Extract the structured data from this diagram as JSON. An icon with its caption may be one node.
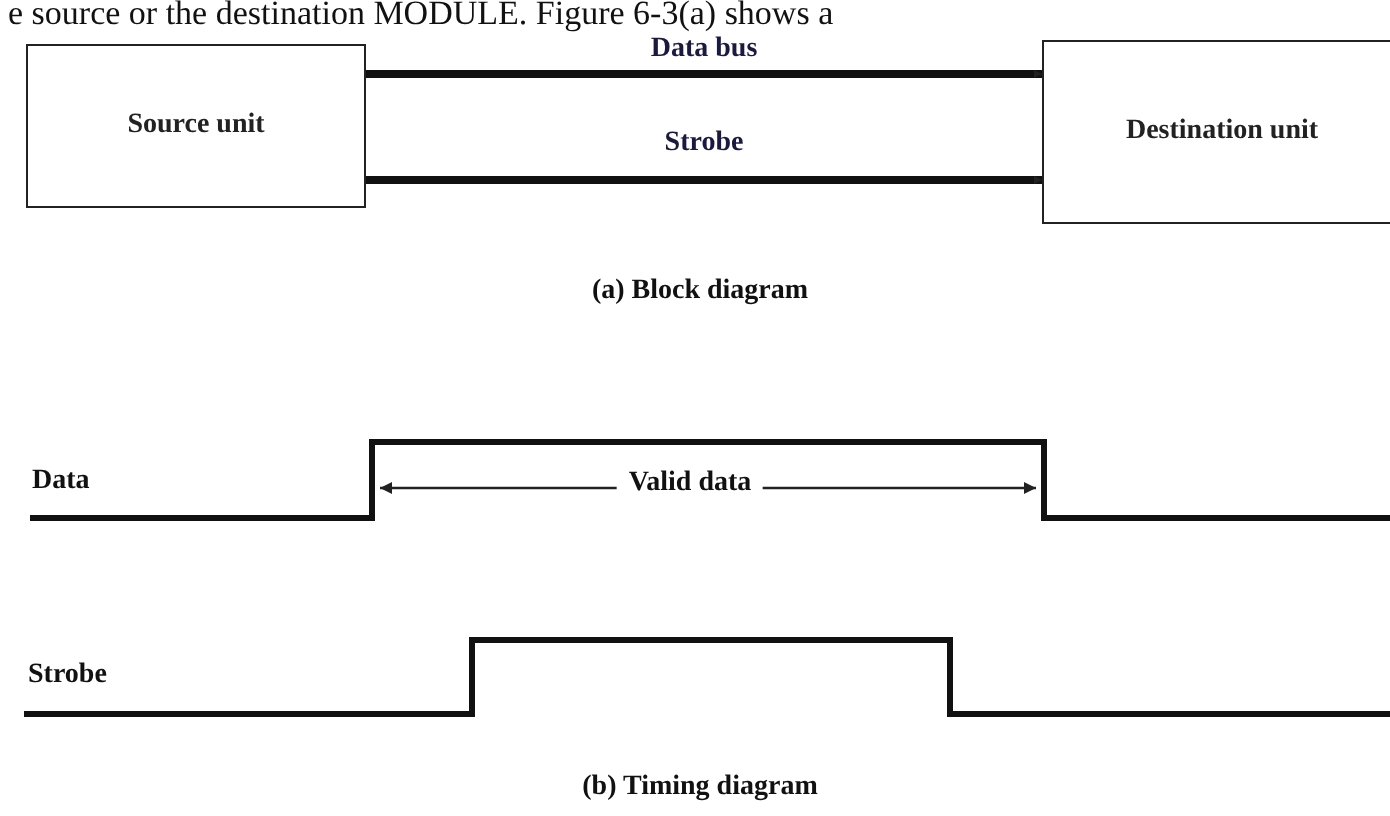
{
  "diagram": {
    "nodes": [
      {
        "text": [
          "Source unit"
        ]
      },
      {
        "text": [
          "Destination unit"
        ]
      }
    ],
    "edges": [
      {
        "from": 0,
        "to": 1,
        "arrow": "to",
        "label": "Data bus"
      },
      {
        "from": 0,
        "to": 1,
        "arrow": "to",
        "label": "Strobe"
      }
    ],
    "labels": [
      "e source or the destination MODULE. Figure 6-3(a) shows a",
      "(a)   Block diagram",
      "Data",
      "Valid data",
      "Strobe",
      "(b)   Timing diagram"
    ]
  }
}
